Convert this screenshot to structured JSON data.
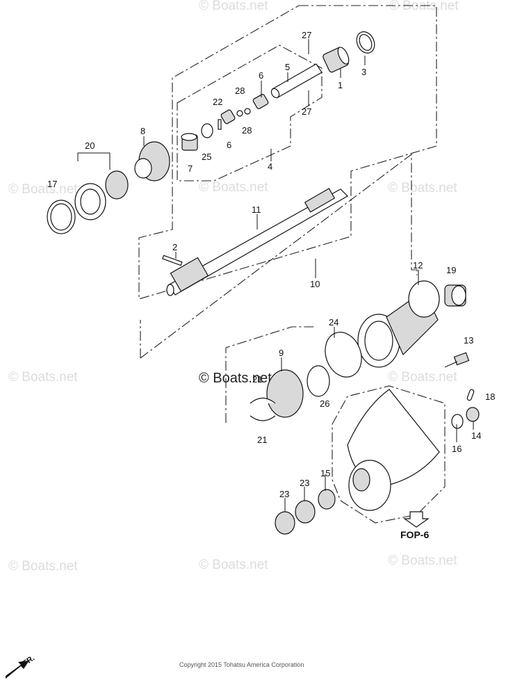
{
  "watermarks": [
    "© Boats.net",
    "© Boats.net",
    "© Boats.net",
    "© Boats.net",
    "© Boats.net",
    "© Boats.net",
    "© Boats.net",
    "© Boats.net",
    "© Boats.net",
    "© Boats.net",
    "© Boats.net"
  ],
  "center_watermark": "© Boats.net",
  "callouts": [
    "27",
    "3",
    "1",
    "5",
    "6",
    "28",
    "22",
    "27",
    "28",
    "6",
    "25",
    "7",
    "4",
    "8",
    "20",
    "17",
    "11",
    "2",
    "10",
    "12",
    "19",
    "24",
    "13",
    "9",
    "21",
    "26",
    "18",
    "14",
    "16",
    "21",
    "15",
    "23",
    "23"
  ],
  "fop_label": "FOP-6",
  "front_label": "FR.",
  "copyright": "Copyright 2015 Tohatsu America Corporation"
}
